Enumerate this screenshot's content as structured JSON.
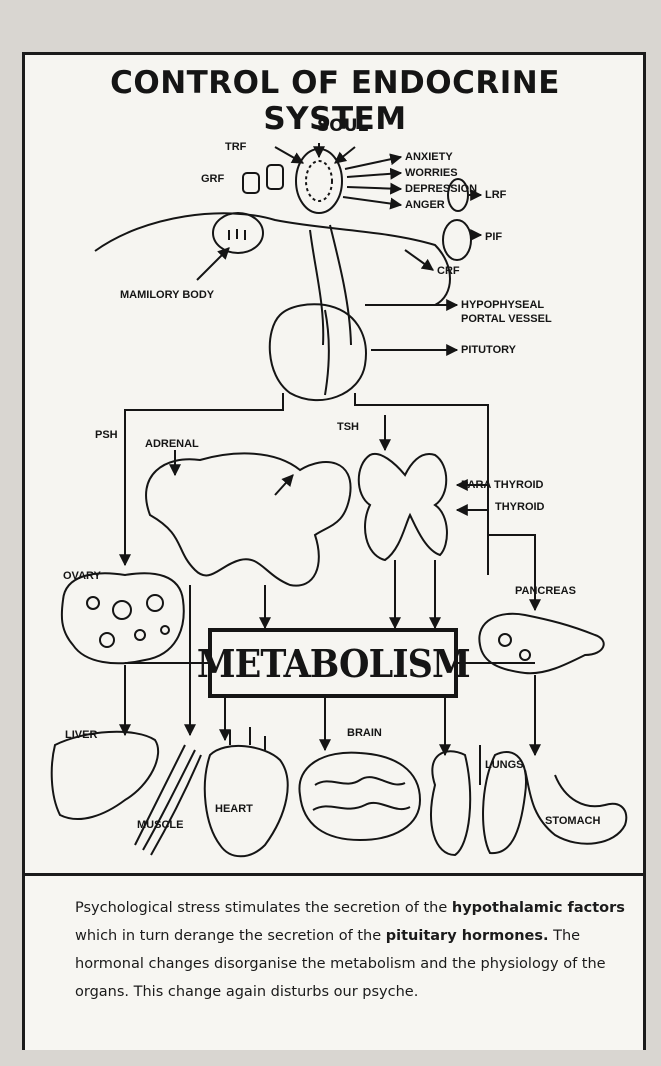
{
  "title": "CONTROL OF ENDOCRINE SYSTEM",
  "labels": {
    "soul": "SOUL",
    "trf": "TRF",
    "grf": "GRF",
    "anxiety": "ANXIETY",
    "worries": "WORRIES",
    "depression": "DEPRESSION",
    "anger": "ANGER",
    "lrf": "LRF",
    "pif": "PIF",
    "crf": "CRF",
    "mamilory_body": "MAMILORY BODY",
    "hypophyseal": "HYPOPHYSEAL",
    "portal_vessel": "PORTAL VESSEL",
    "pitutory": "PITUTORY",
    "psh": "PSH",
    "tsh": "TSH",
    "adrenal": "ADRENAL",
    "para_thyroid": "PARA THYROID",
    "thyroid": "THYROID",
    "ovary": "OVARY",
    "pancreas": "PANCREAS",
    "metabolism": "METABOLISM",
    "liver": "LIVER",
    "muscle": "MUSCLE",
    "heart": "HEART",
    "brain": "BRAIN",
    "lungs": "LUNGS",
    "stomach": "STOMACH"
  },
  "caption": {
    "p1": "Psychological stress stimulates the secretion of the ",
    "b1": "hypothalamic factors",
    "p2": " which in turn derange the secretion of the ",
    "b2": "pituitary hormones.",
    "p3": " The hormonal changes disorganise the metabolism and the physiology of the organs. This change again disturbs our psyche."
  }
}
